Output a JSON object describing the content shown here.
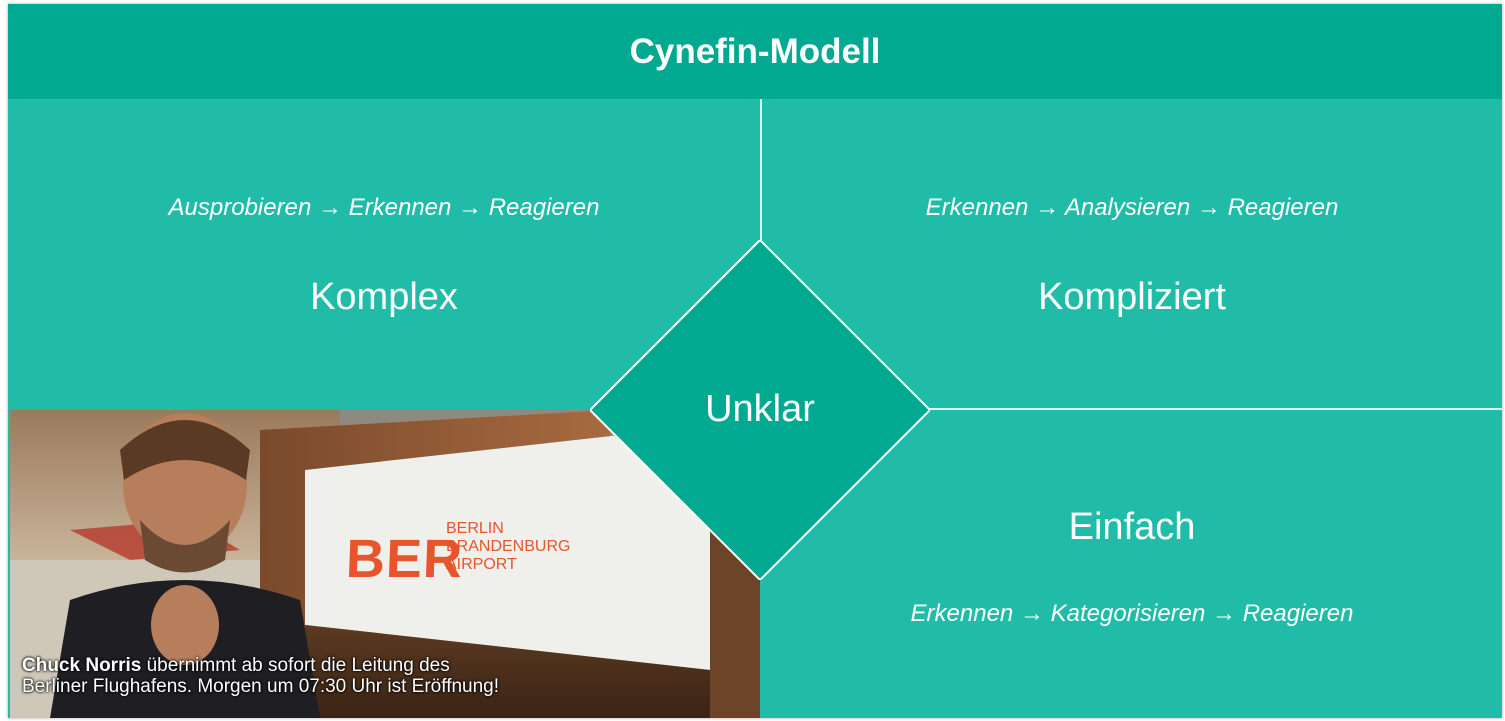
{
  "title": "Cynefin-Modell",
  "quadrants": {
    "complex": {
      "process": "Ausprobieren → Erkennen → Reagieren",
      "label": "Komplex"
    },
    "complicated": {
      "process": "Erkennen → Analysieren → Reagieren",
      "label": "Kompliziert"
    },
    "simple": {
      "label": "Einfach",
      "process": "Erkennen → Kategorisieren → Reagieren"
    },
    "disorder": {
      "label": "Unklar"
    }
  },
  "photo": {
    "sign_main": "BER",
    "sign_lines": [
      "BERLIN",
      "BRANDENBURG",
      "AIRPORT"
    ],
    "caption_bold": "Chuck Norris",
    "caption_rest": " übernimmt ab sofort die Leitung des",
    "caption_line2": "Berliner Flughafens. Morgen um 07:30 Uhr ist Eröffnung!"
  },
  "colors": {
    "header": "#00a98f",
    "body": "#20bca8",
    "diamond": "#00a98f",
    "sign": "#e8542b"
  }
}
